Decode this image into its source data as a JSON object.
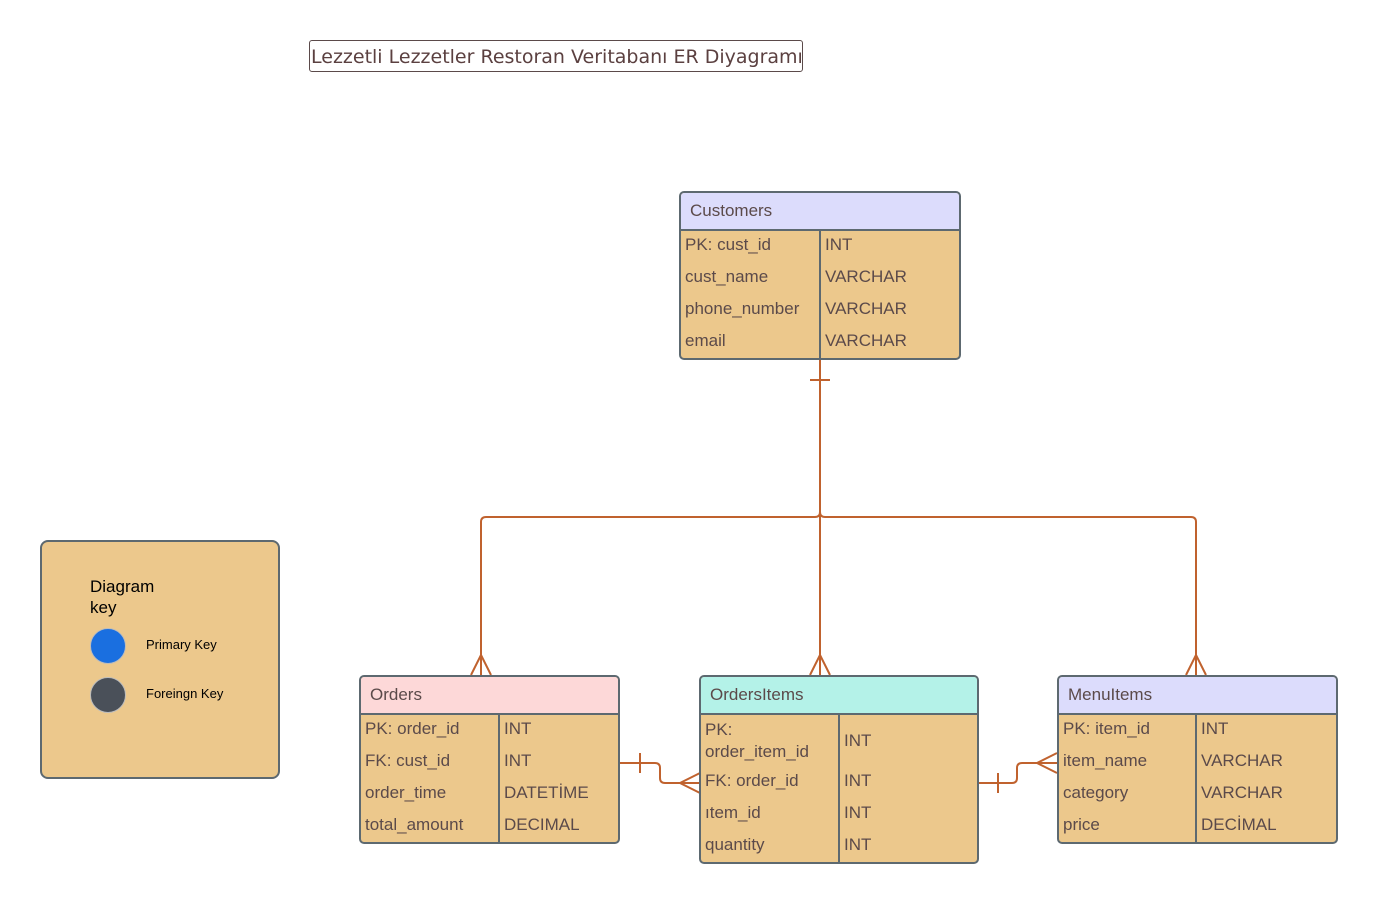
{
  "title": "Lezzetli Lezzetler Restoran Veritabanı ER Diyagramı",
  "colors": {
    "connector": "#c0622e",
    "entity_fill": "#ecc88c",
    "entity_border": "#5d6970",
    "customers_header": "#dcdcfc",
    "orders_header": "#fdd8d8",
    "ordersitems_header": "#b4f2e8",
    "menuitems_header": "#dcdcfc"
  },
  "entities": {
    "customers": {
      "name": "Customers",
      "attributes": [
        {
          "name": "PK: cust_id",
          "type": "INT"
        },
        {
          "name": "cust_name",
          "type": "VARCHAR"
        },
        {
          "name": "phone_number",
          "type": "VARCHAR"
        },
        {
          "name": "email",
          "type": "VARCHAR"
        }
      ]
    },
    "orders": {
      "name": "Orders",
      "attributes": [
        {
          "name": "PK: order_id",
          "type": "INT"
        },
        {
          "name": "FK: cust_id",
          "type": "INT"
        },
        {
          "name": "order_time",
          "type": "DATETİME"
        },
        {
          "name": "total_amount",
          "type": "DECIMAL"
        }
      ]
    },
    "ordersitems": {
      "name": "OrdersItems",
      "attributes": [
        {
          "name": "PK:\norder_item_id",
          "type": "INT"
        },
        {
          "name": "FK: order_id",
          "type": "INT"
        },
        {
          "name": "ıtem_id",
          "type": "INT"
        },
        {
          "name": "quantity",
          "type": "INT"
        }
      ]
    },
    "menuitems": {
      "name": "MenuItems",
      "attributes": [
        {
          "name": "PK: item_id",
          "type": "INT"
        },
        {
          "name": "item_name",
          "type": "VARCHAR"
        },
        {
          "name": "category",
          "type": "VARCHAR"
        },
        {
          "name": "price",
          "type": "DECİMAL"
        }
      ]
    }
  },
  "legend": {
    "title": "Diagram key",
    "items": [
      {
        "label": "Primary Key",
        "color": "#1a6fe0",
        "icon": "primary-key-dot"
      },
      {
        "label": "Foreingn Key",
        "color": "#4a5059",
        "icon": "foreign-key-dot"
      }
    ]
  },
  "relationships": [
    {
      "from": "Customers",
      "to": "Orders",
      "from_card": "one",
      "to_card": "many"
    },
    {
      "from": "Customers",
      "to": "OrdersItems",
      "from_card": "one",
      "to_card": "many"
    },
    {
      "from": "Customers",
      "to": "MenuItems",
      "from_card": "one",
      "to_card": "many"
    },
    {
      "from": "Orders",
      "to": "OrdersItems",
      "from_card": "one",
      "to_card": "many"
    },
    {
      "from": "MenuItems",
      "to": "OrdersItems",
      "from_card": "many",
      "to_card": "one"
    }
  ]
}
